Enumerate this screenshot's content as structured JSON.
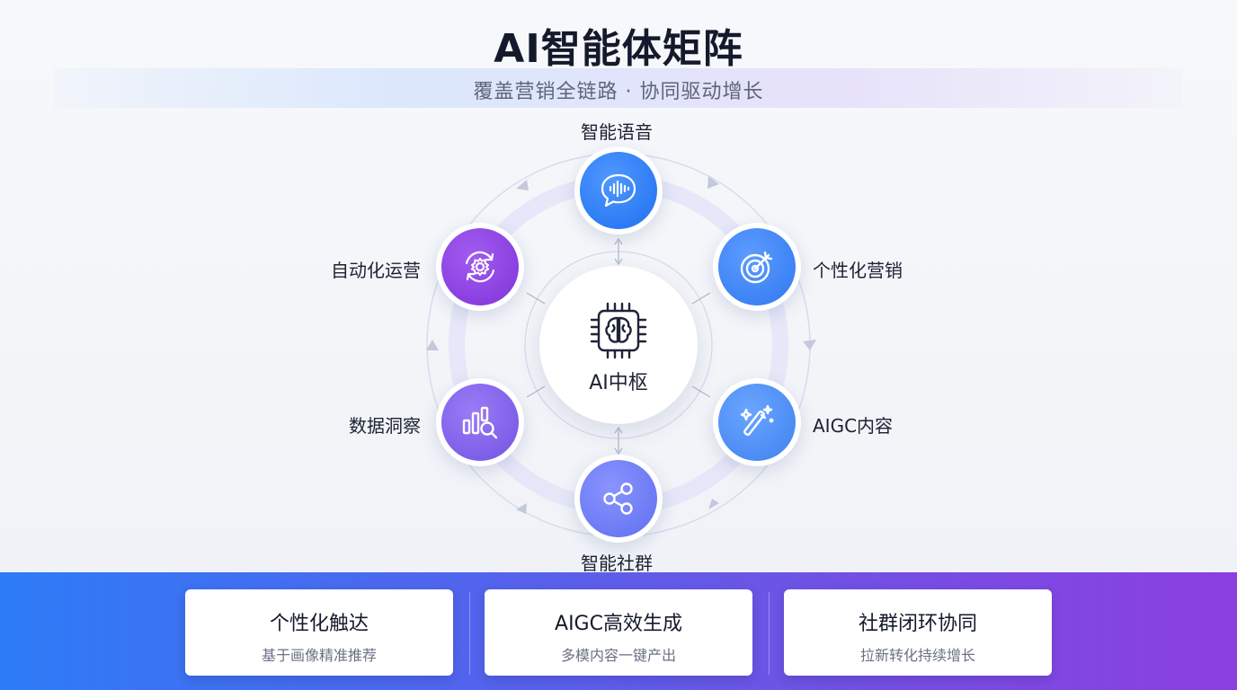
{
  "header": {
    "title": "AI智能体矩阵",
    "subtitle": "覆盖营销全链路 · 协同驱动增长"
  },
  "hub": {
    "label": "AI中枢",
    "icon": "ai-chip-brain-icon"
  },
  "nodes": [
    {
      "id": "voice",
      "label": "智能语音",
      "icon": "voice-chat-icon",
      "color": "#2f7ff6"
    },
    {
      "id": "personalized",
      "label": "个性化营销",
      "icon": "target-icon",
      "color": "#3f86f2"
    },
    {
      "id": "aigc",
      "label": "AIGC内容",
      "icon": "magic-wand-icon",
      "color": "#4a8bf0"
    },
    {
      "id": "community",
      "label": "智能社群",
      "icon": "share-network-icon",
      "color": "#6673ec"
    },
    {
      "id": "insight",
      "label": "数据洞察",
      "icon": "chart-search-icon",
      "color": "#7a52e2"
    },
    {
      "id": "automation",
      "label": "自动化运营",
      "icon": "gear-cycle-icon",
      "color": "#8a3fdc"
    }
  ],
  "colors": {
    "footer_start": "#2d7cf7",
    "footer_end": "#8c3fe0",
    "ring": "#dfe3f7"
  },
  "footer": {
    "cards": [
      {
        "title": "个性化触达",
        "subtitle": "基于画像精准推荐"
      },
      {
        "title": "AIGC高效生成",
        "subtitle": "多模内容一键产出"
      },
      {
        "title": "社群闭环协同",
        "subtitle": "拉新转化持续增长"
      }
    ]
  }
}
